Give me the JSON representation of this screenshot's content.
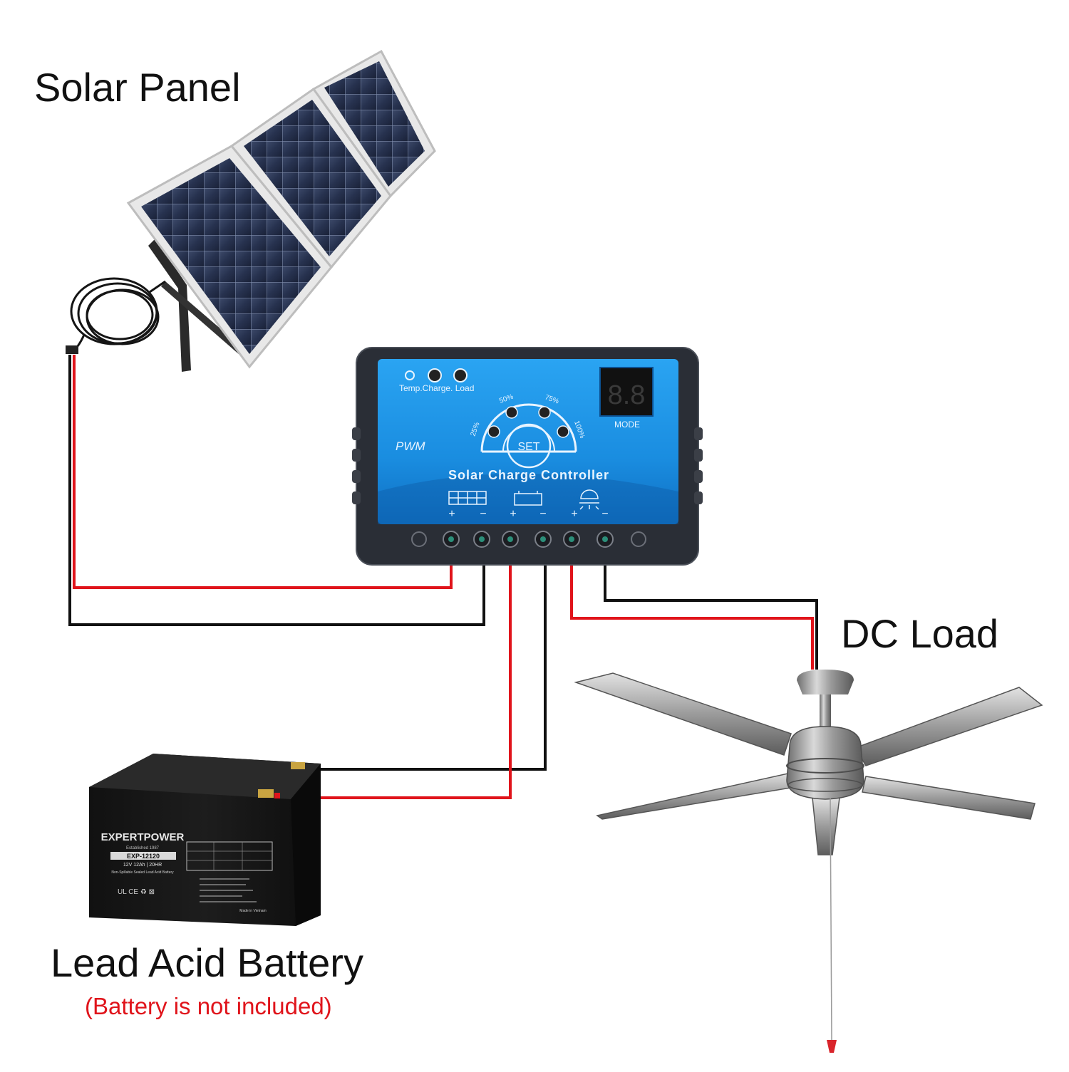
{
  "labels": {
    "solar_panel": "Solar Panel",
    "dc_load": "DC Load",
    "battery": "Lead Acid Battery",
    "battery_note": "(Battery is not included)"
  },
  "controller": {
    "indicators": "Temp.Charge. Load",
    "mode": "PWM",
    "title": "Solar Charge Controller",
    "set_button": "SET",
    "mode_button": "MODE",
    "display": "8.8",
    "levels": [
      "25%",
      "50%",
      "75%",
      "100%"
    ],
    "terminal_signs": [
      "+",
      "−",
      "+",
      "−",
      "+",
      "−"
    ]
  },
  "battery_label": {
    "brand": "EXPERTPOWER",
    "established": "Established 1987",
    "model": "EXP-12120",
    "rating": "12V 12Ah | 20HR",
    "type": "Non-Spillable Sealed Lead Acid Battery",
    "made_in": "Made in Vietnam"
  },
  "colors": {
    "positive_wire": "#e0141b",
    "negative_wire": "#111111",
    "controller_face": "#1a8de0",
    "controller_body": "#2a2e36",
    "note_text": "#e0141b"
  }
}
